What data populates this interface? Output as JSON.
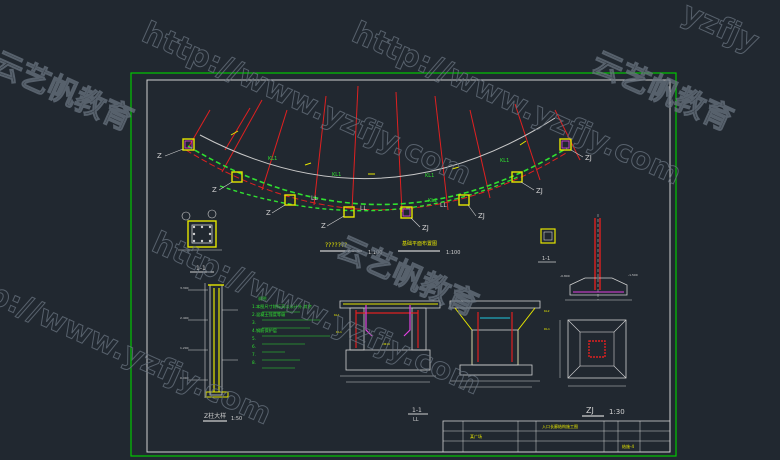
{
  "watermark": {
    "url": "http://www.yzfjy.com",
    "brand": "云艺帆教育",
    "fragment": "yzfjy"
  },
  "plan": {
    "column_labels": [
      "Z",
      "Z",
      "Z",
      "Z",
      "ZJ",
      "ZJ",
      "ZJ",
      "ZJ"
    ],
    "axis_labels": [
      "LL",
      "LL",
      "LL"
    ],
    "title": "???????",
    "scale": "1:100",
    "subtitle": "基础平面布置图",
    "scale2": "1:100"
  },
  "col_section": {
    "label": "1-1"
  },
  "z_elevation": {
    "title": "Z柱大样",
    "scale": "1:50",
    "notes": [
      "说明",
      "1.本图尺寸除标高以米计外,其余",
      "2.混凝土强度等级",
      "3.",
      "4.钢筋保护层",
      "5.",
      "6.",
      "7.",
      "8."
    ]
  },
  "foundation_section": {
    "label": "1-1",
    "sublabel": "LL"
  },
  "zj_detail": {
    "label": "ZJ",
    "scale": "1:30",
    "section_label": "1-1"
  },
  "titleblock": {
    "project": "入口长廊结构施工图",
    "company": "某广场",
    "drawing_no": "结施-4"
  },
  "colors": {
    "background": "#212830",
    "frame_green": "#00c800",
    "white": "#d0d0d0",
    "yellow": "#e6e600",
    "red": "#e02020",
    "magenta": "#e040e0",
    "cyan": "#20c8e0",
    "green": "#30e030"
  }
}
